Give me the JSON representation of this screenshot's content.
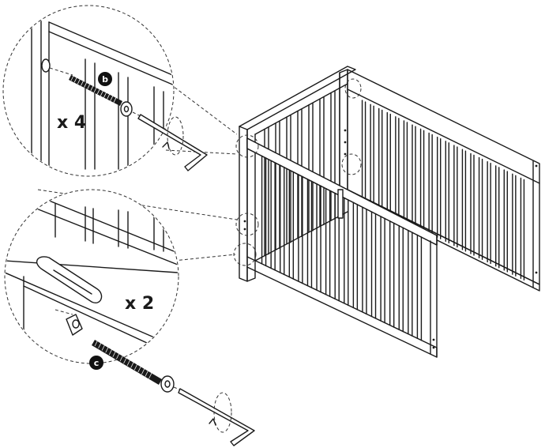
{
  "callouts": {
    "top": {
      "part_letter": "b",
      "quantity": "x 4"
    },
    "bottom": {
      "part_letter": "c",
      "quantity": "x 2"
    }
  },
  "colors": {
    "line": "#1a1a1a",
    "badge": "#111111",
    "background": "#ffffff"
  },
  "icons": [
    "bolt-b",
    "barrel-nut-c",
    "washer",
    "allen-key",
    "rotation-arrow",
    "crib-frame"
  ]
}
